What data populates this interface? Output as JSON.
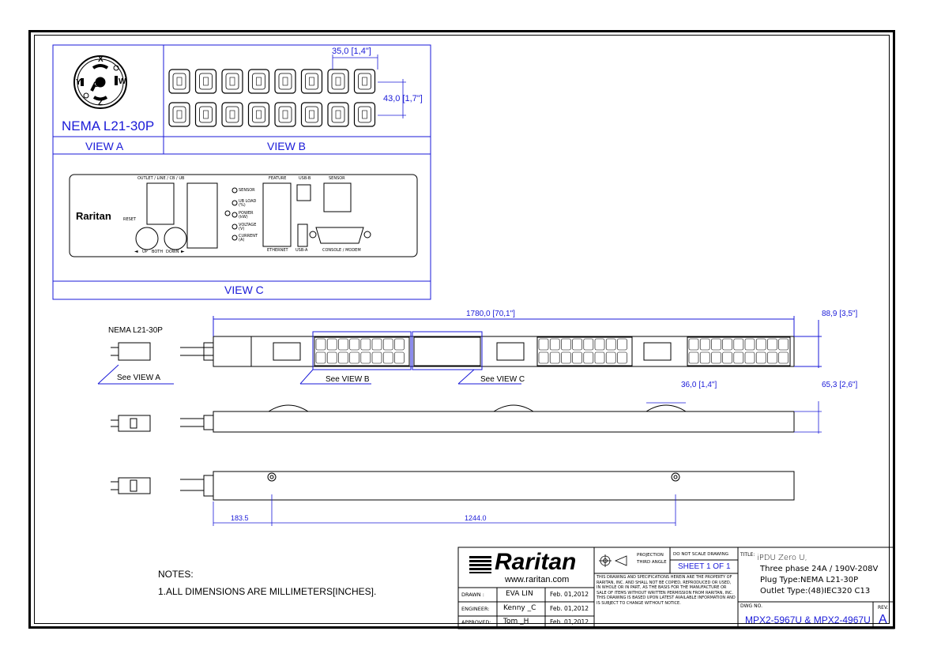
{
  "view_a": {
    "plug_name": "NEMA L21-30P",
    "label": "VIEW A",
    "pins": [
      "X",
      "Y",
      "G",
      "W",
      "Z"
    ]
  },
  "view_b": {
    "label": "VIEW B",
    "dim_width": "35,0 [1,4\"]",
    "dim_height": "43,0 [1,7\"]"
  },
  "view_c": {
    "label": "VIEW C",
    "outlet_label": "OUTLET / LINE / CB / UB",
    "brand": "Raritan",
    "reset": "RESET",
    "nav": [
      "◄",
      "UP",
      "BOTH",
      "DOWN",
      "►"
    ],
    "leds": [
      "SENSOR",
      "UB LOAD\n(%)",
      "POWER\n(kW)",
      "VOLTAGE\n(V)",
      "CURRENT\n(A)"
    ],
    "feature": "FEATURE",
    "ethernet": "ETHERNET",
    "usb_b": "USB-B",
    "usb_a": "USB-A",
    "sensor": "SENSOR",
    "console": "CONSOLE / MODEM"
  },
  "front_view": {
    "plug_label": "NEMA L21-30P",
    "length_dim": "1780,0 [70,1\"]",
    "width_dim": "88,9 [3,5\"]",
    "see_a": "See VIEW A",
    "see_b": "See VIEW B",
    "see_c": "See VIEW C"
  },
  "side_view": {
    "bracket_dim": "36,0 [1,4\"]",
    "depth_dim": "65,3 [2,6\"]"
  },
  "rear_view": {
    "dim_1": "183.5",
    "dim_2": "1244.0"
  },
  "notes": {
    "title": "NOTES:",
    "line1": "1.ALL DIMENSIONS ARE MILLIMETERS[INCHES]."
  },
  "title_block": {
    "brand": "Raritan",
    "url": "www.raritan.com",
    "drawn_label": "DRAWN :",
    "drawn_by": "EVA LIN",
    "drawn_date": "Feb. 01,2012",
    "engineer_label": "ENGINEER:",
    "engineer": "Kenny _C",
    "engineer_date": "Feb. 01,2012",
    "approved_label": "APPROVED:",
    "approved": "Tom _H",
    "approved_date": "Feb. 01,2012",
    "projection1": "PROJECTION",
    "projection2": "THIRD ANGLE",
    "no_scale": "DO NOT SCALE DRAWING",
    "sheet": "SHEET 1 OF 1",
    "disclaimer": "THIS DRAWING AND SPECIFICATIONS HEREIN ARE THE PROPERTY OF RARITAN, INC. AND SHALL NOT BE COPIED, REPRODUCED OR USED, IN WHOLE OR IN PART, AS THE BASIS FOR THE MANUFACTURE OR SALE OF ITEMS WITHOUT WRITTEN PERMISSION FROM RARITAN, INC. THIS DRAWING IS BASED UPON LATEST AVAILABLE INFORMATION AND IS SUBJECT TO CHANGE WITHOUT NOTICE.",
    "title_label": "TITLE:",
    "title1": "iPDU Zero U,",
    "title2": "Three phase 24A / 190V-208V",
    "title3": "Plug Type:NEMA L21-30P",
    "title4": "Outlet Type:(48)IEC320 C13",
    "dwg_label": "DWG NO.",
    "dwg_no": "MPX2-5967U & MPX2-4967U",
    "rev_label": "REV.",
    "rev": "A"
  },
  "colors": {
    "accent": "#1a1ad8",
    "line": "#000000"
  }
}
